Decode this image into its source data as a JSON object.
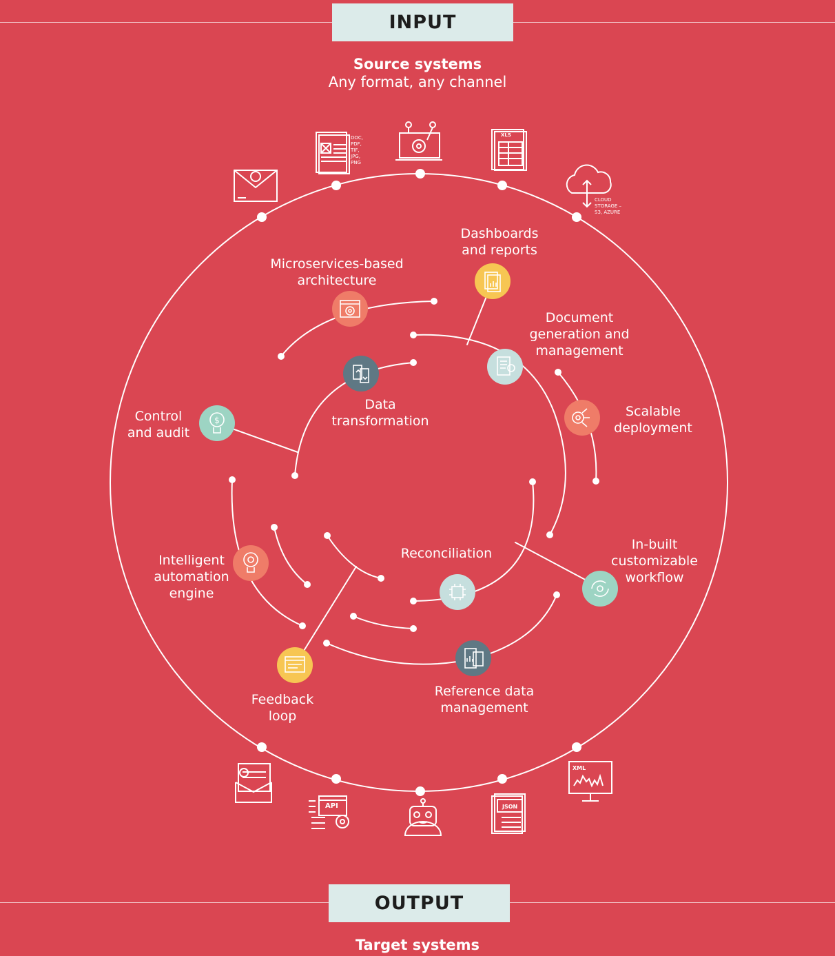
{
  "input": {
    "banner": "INPUT",
    "title": "Source systems",
    "subtitle": "Any format, any channel"
  },
  "output": {
    "banner": "OUTPUT",
    "title": "Target systems"
  },
  "source_icons": {
    "email": "email-at-icon",
    "documents": "document-icon",
    "documents_caption": "DOC,\nPDF,\nTIF,\nJPG,\nPNG",
    "laptop": "laptop-icon",
    "spreadsheet": "spreadsheet-icon",
    "spreadsheet_caption": "XLS",
    "cloud": "cloud-upload-icon",
    "cloud_caption": "CLOUD\nSTORAGE –\nS3, AZURE"
  },
  "target_icons": {
    "email": "email-document-icon",
    "api": "api-gear-icon",
    "api_caption": "API",
    "robot": "robot-icon",
    "json": "json-document-icon",
    "json_caption": "JSON",
    "xml": "xml-monitor-icon",
    "xml_caption": "XML"
  },
  "features": [
    {
      "key": "dashboards",
      "label": "Dashboards\nand reports",
      "icon": "dashboard-report-icon",
      "color": "#f7c653"
    },
    {
      "key": "microservices",
      "label": "Microservices-based\narchitecture",
      "icon": "browser-gear-icon",
      "color": "#ef7c68"
    },
    {
      "key": "document_generation",
      "label": "Document\ngeneration and\nmanagement",
      "icon": "document-check-icon",
      "color": "#c6dfde"
    },
    {
      "key": "data_transformation",
      "label": "Data\ntransformation",
      "icon": "data-transform-icon",
      "color": "#5f7884"
    },
    {
      "key": "control_audit",
      "label": "Control\nand audit",
      "icon": "dollar-bulb-icon",
      "color": "#9dd4c3"
    },
    {
      "key": "scalable_deployment",
      "label": "Scalable\ndeployment",
      "icon": "target-network-icon",
      "color": "#ef7c68"
    },
    {
      "key": "intelligent_automation",
      "label": "Intelligent\nautomation\nengine",
      "icon": "gear-bulb-icon",
      "color": "#ef7c68"
    },
    {
      "key": "reconciliation",
      "label": "Reconciliation",
      "icon": "circuit-chip-icon",
      "color": "#c6dfde"
    },
    {
      "key": "workflow",
      "label": "In-built\ncustomizable\nworkflow",
      "icon": "workflow-cycle-icon",
      "color": "#9dd4c3"
    },
    {
      "key": "feedback_loop",
      "label": "Feedback\nloop",
      "icon": "feedback-screen-icon",
      "color": "#f7c653"
    },
    {
      "key": "reference_data",
      "label": "Reference data\nmanagement",
      "icon": "mobile-dollar-icon",
      "color": "#5f7884"
    }
  ]
}
